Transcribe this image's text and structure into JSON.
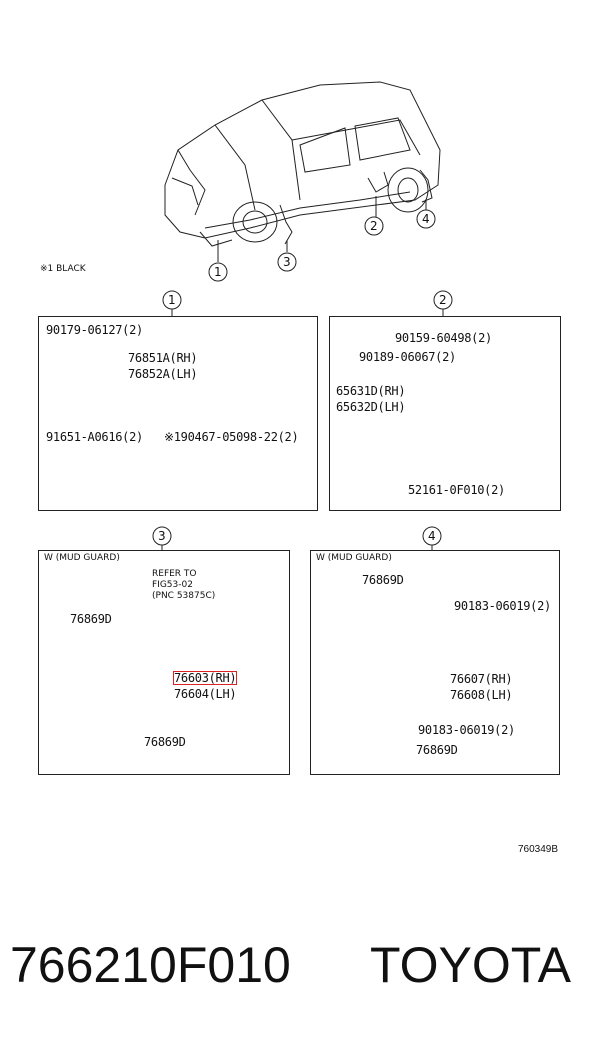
{
  "note_black": "※1 BLACK",
  "callouts": [
    "1",
    "2",
    "3",
    "4"
  ],
  "panel1": {
    "parts": [
      "90179-06127(2)",
      "76851A(RH)",
      "76852A(LH)",
      "91651-A0616(2)",
      "※190467-05098-22(2)"
    ]
  },
  "panel2": {
    "parts": [
      "90159-60498(2)",
      "90189-06067(2)",
      "65631D(RH)",
      "65632D(LH)",
      "52161-0F010(2)"
    ]
  },
  "panel3": {
    "header": "W (MUD GUARD)",
    "refer": [
      "REFER TO",
      "FIG53-02",
      "(PNC 53875C)"
    ],
    "parts": [
      "76869D",
      "76603(RH)",
      "76604(LH)",
      "76869D"
    ]
  },
  "panel4": {
    "header": "W (MUD GUARD)",
    "parts": [
      "76869D",
      "90183-06019(2)",
      "76607(RH)",
      "76608(LH)",
      "90183-06019(2)",
      "76869D"
    ]
  },
  "diagram_id": "760349B",
  "part_number": "766210F010",
  "brand": "TOYOTA"
}
